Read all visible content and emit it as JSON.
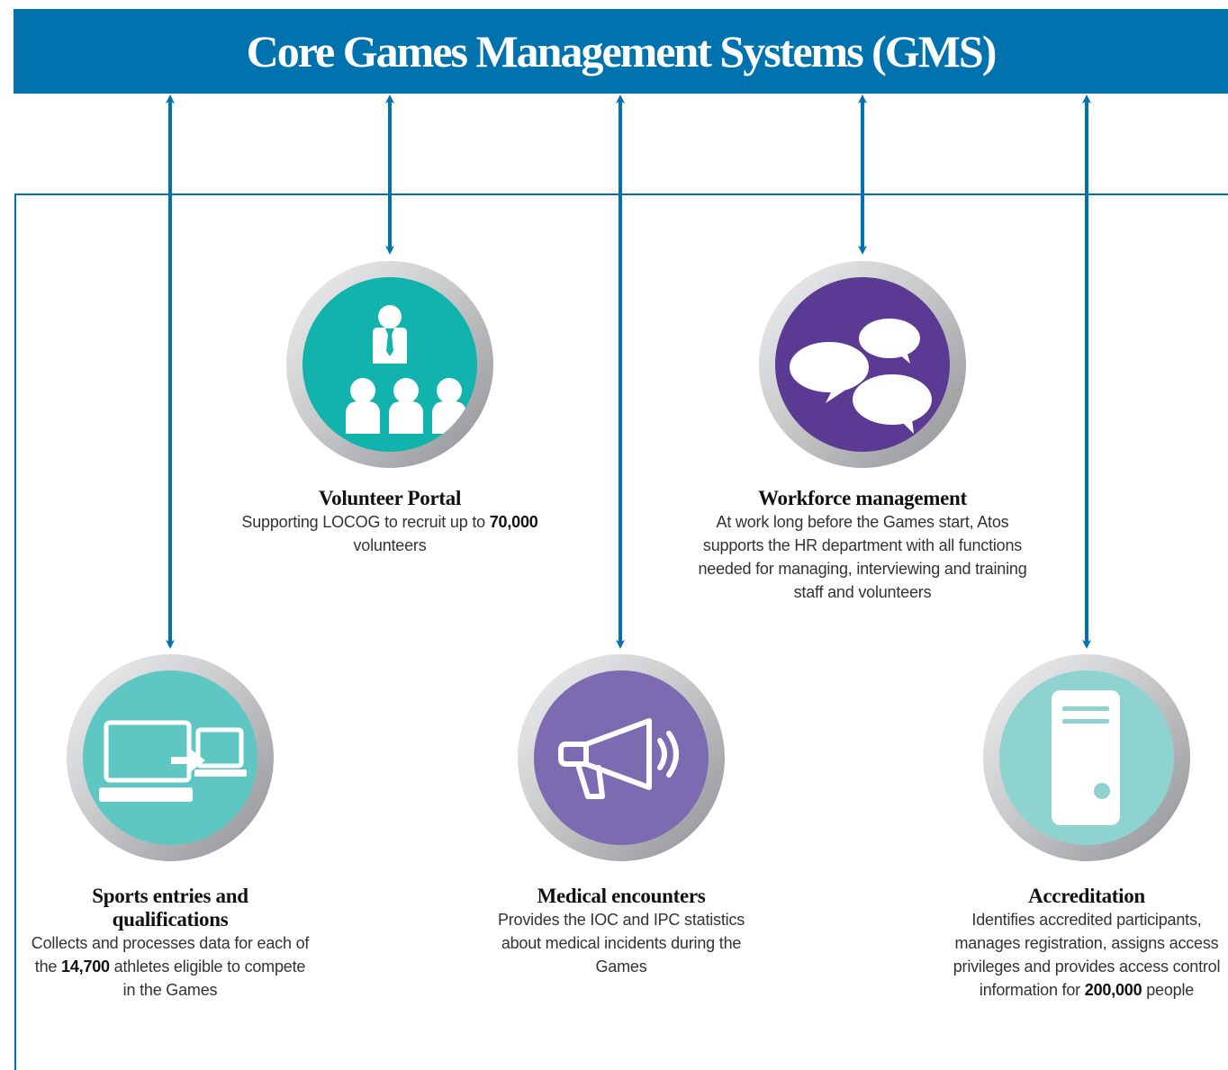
{
  "header": {
    "title": "Core Games Management Systems (GMS)"
  },
  "colors": {
    "accent": "#0072ae",
    "teal_dark": "#12b2ad",
    "teal": "#5ec7c3",
    "teal_light": "#8fd3d1",
    "purple_dark": "#5b3a93",
    "purple": "#7d6bb2"
  },
  "nodes": [
    {
      "id": "volunteer-portal",
      "icon": "people-icon",
      "title": "Volunteer Portal",
      "desc_pre": "Supporting LOCOG to recruit up to ",
      "desc_bold": "70,000",
      "desc_post": " volunteers"
    },
    {
      "id": "workforce-management",
      "icon": "speech-bubbles-icon",
      "title": "Workforce management",
      "desc": "At work long before the Games start, Atos supports the HR department with all functions needed for managing, interviewing and training staff and volunteers"
    },
    {
      "id": "sports-entries",
      "icon": "data-transfer-icon",
      "title": "Sports entries and qualifications",
      "desc_pre": "Collects and processes data for each of the ",
      "desc_bold": "14,700",
      "desc_post": " athletes eligible to compete in the Games"
    },
    {
      "id": "medical-encounters",
      "icon": "megaphone-icon",
      "title": "Medical encounters",
      "desc": "Provides the IOC and IPC statistics about medical incidents during the Games"
    },
    {
      "id": "accreditation",
      "icon": "server-icon",
      "title": "Accreditation",
      "desc_pre": "Identifies accredited participants, manages registration, assigns access privileges and provides access control information for ",
      "desc_bold": "200,000",
      "desc_post": " people"
    }
  ]
}
